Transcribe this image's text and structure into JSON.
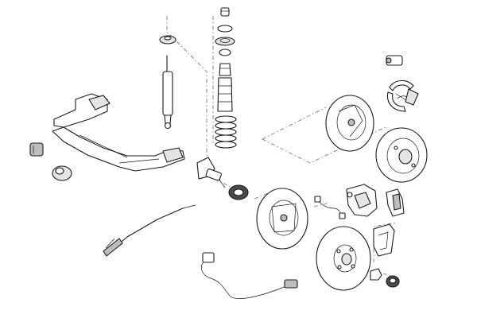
{
  "diagram": {
    "components": [
      "strut-nut",
      "top-mount-bearing",
      "bump-stop",
      "dust-boot",
      "coil-spring",
      "shock-absorber",
      "shock-top-washer",
      "rear-axle-beam",
      "axle-bushing-left",
      "axle-bushing-right",
      "stub-axle",
      "wheel-bearing",
      "handbrake-cable",
      "abs-sensor-cable",
      "brake-backing-plate",
      "brake-drum",
      "wheel-cylinder",
      "brake-shoes",
      "brake-hose",
      "brake-caliper",
      "brake-pads",
      "caliper-bracket",
      "brake-disc",
      "disc-splash-shield",
      "hub-nut",
      "hub-cap"
    ],
    "colors": {
      "stroke": "#1a1a1a",
      "leader": "#6a6a6a",
      "shade": "#bdbdbd",
      "background": "#ffffff"
    }
  }
}
